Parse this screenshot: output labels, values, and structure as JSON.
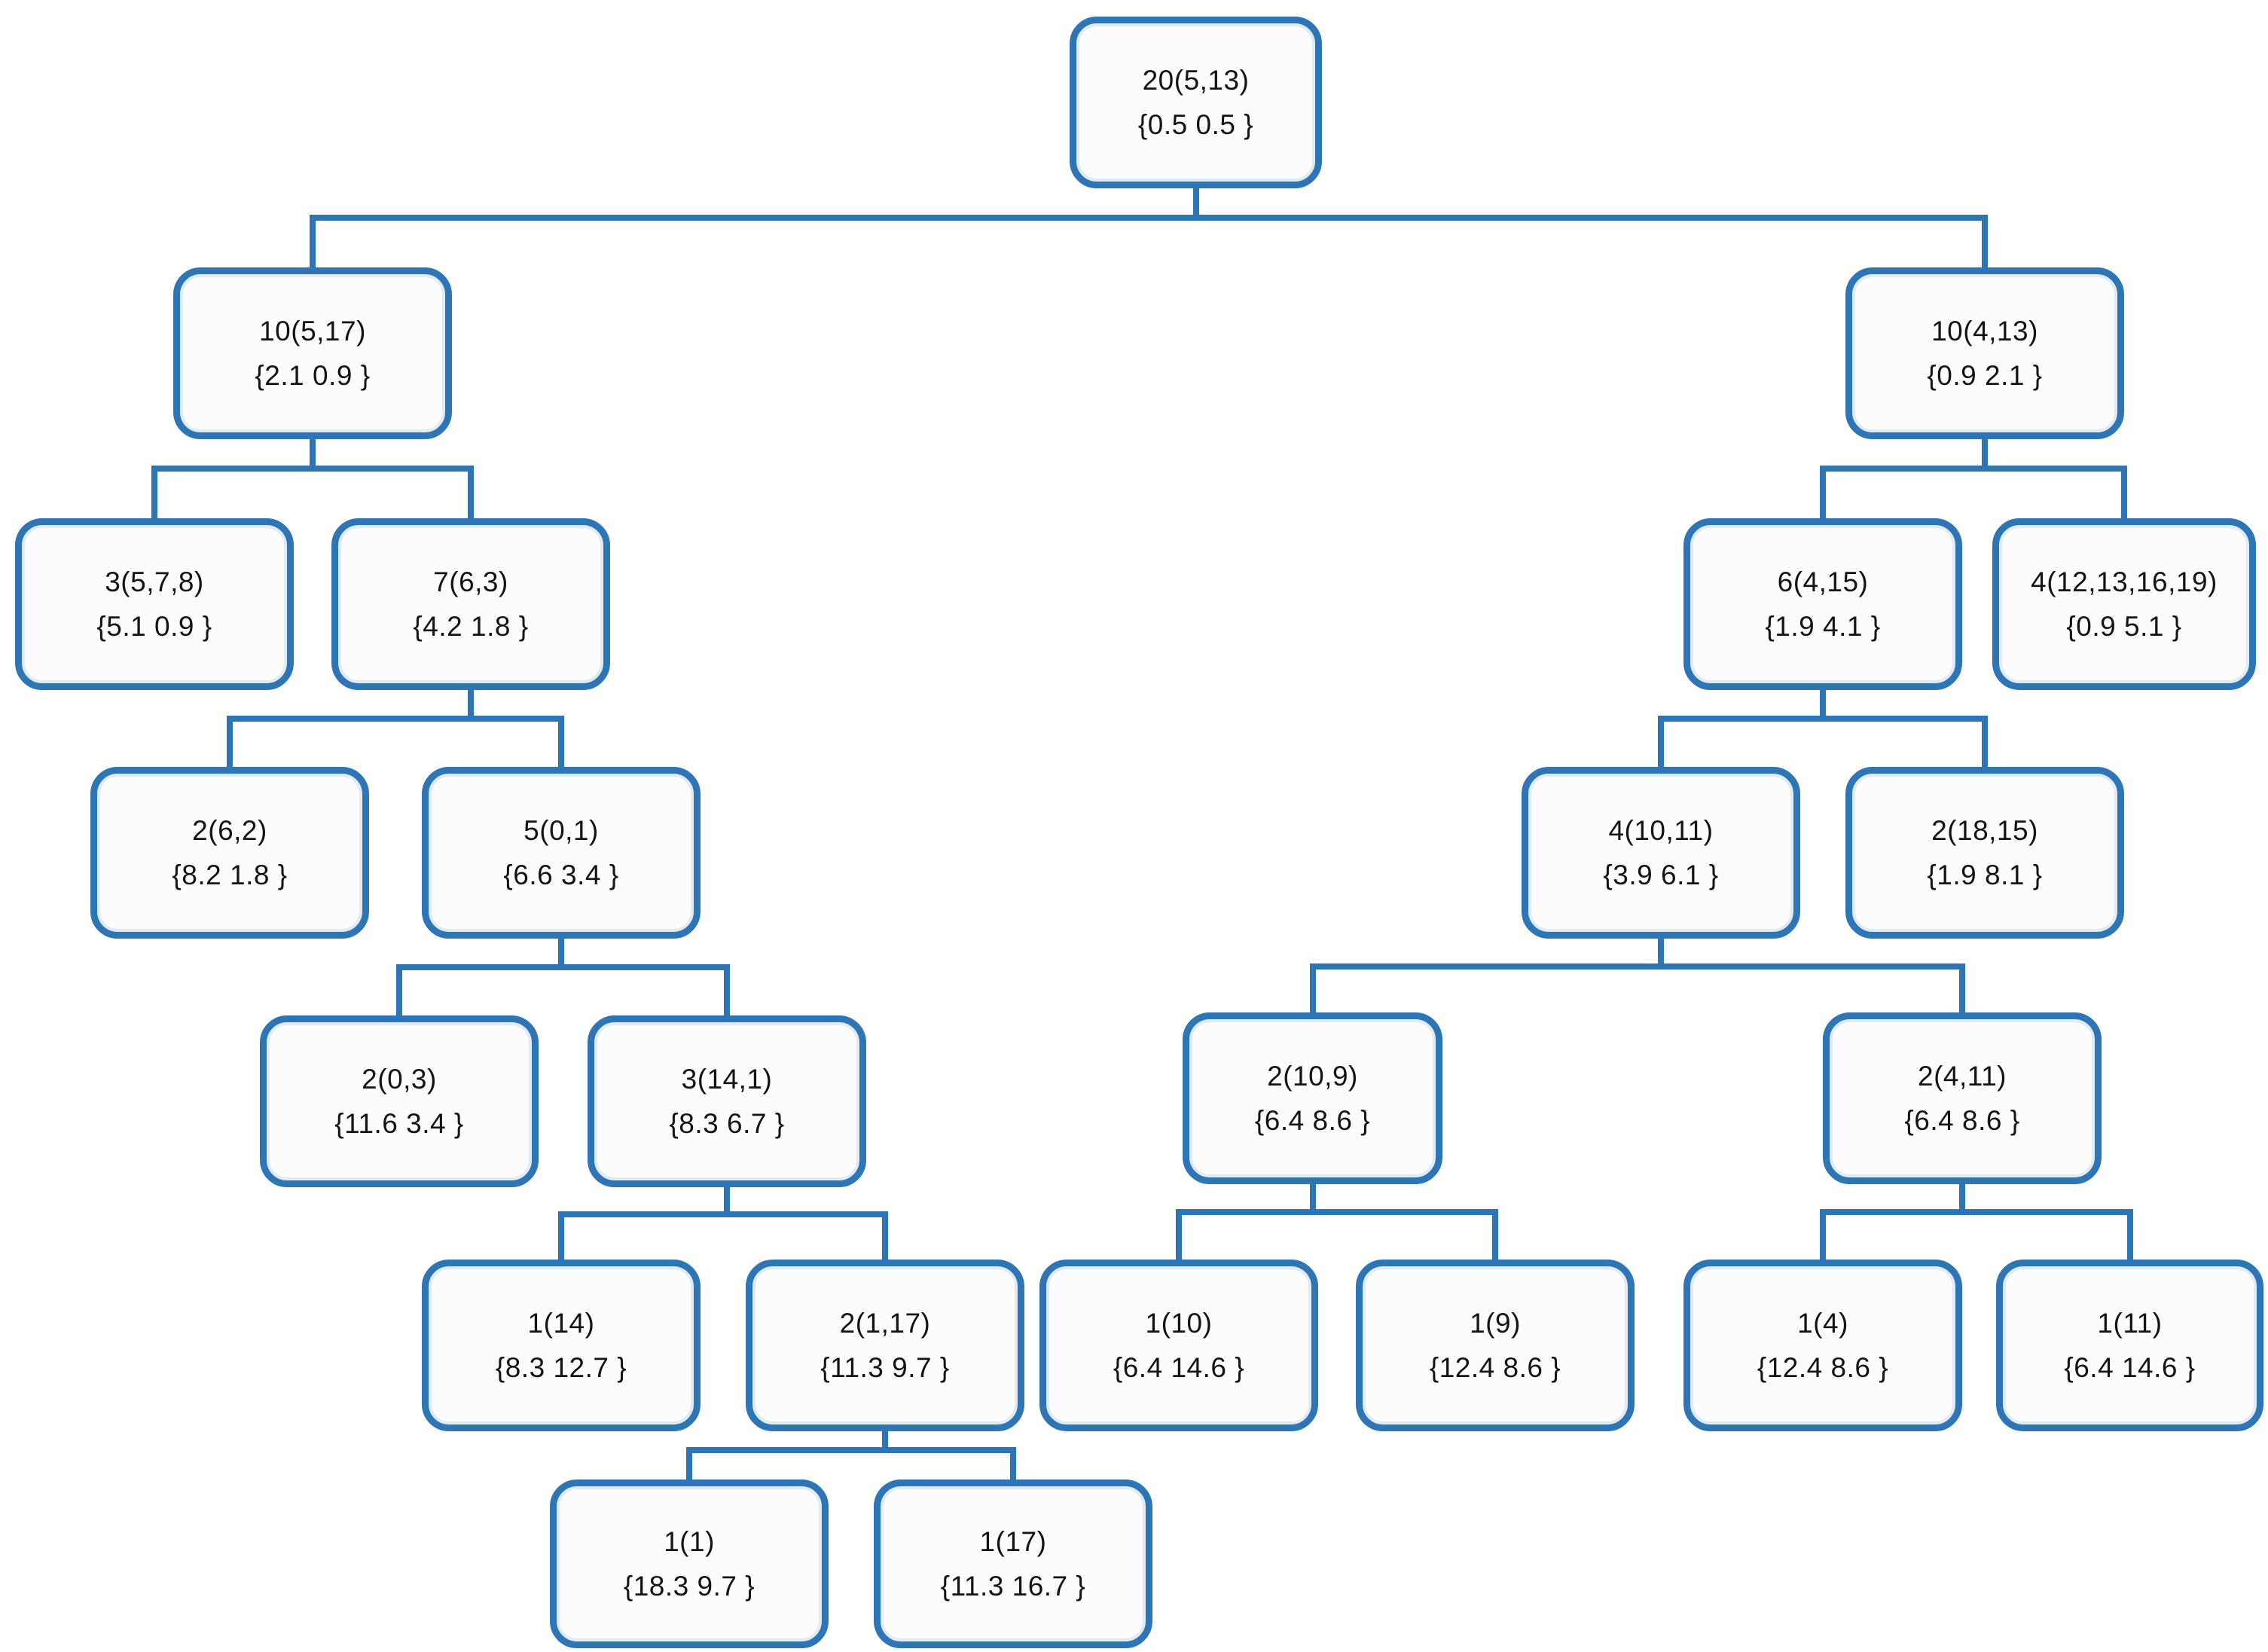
{
  "diagram": {
    "type": "binary-tree",
    "accent_color": "#2E75B6",
    "node_fill": "#FCFCFC",
    "background": "#FFFFFF",
    "nodes": {
      "n20_513": {
        "label": "20(5,13)",
        "weights": "{0.5 0.5 }"
      },
      "n10_517": {
        "label": "10(5,17)",
        "weights": "{2.1 0.9 }"
      },
      "n10_413": {
        "label": "10(4,13)",
        "weights": "{0.9 2.1 }"
      },
      "n3_578": {
        "label": "3(5,7,8)",
        "weights": "{5.1 0.9 }"
      },
      "n7_63": {
        "label": "7(6,3)",
        "weights": "{4.2 1.8 }"
      },
      "n6_415": {
        "label": "6(4,15)",
        "weights": "{1.9 4.1 }"
      },
      "n4_12131619": {
        "label": "4(12,13,16,19)",
        "weights": "{0.9 5.1 }"
      },
      "n2_62": {
        "label": "2(6,2)",
        "weights": "{8.2 1.8 }"
      },
      "n5_01": {
        "label": "5(0,1)",
        "weights": "{6.6 3.4 }"
      },
      "n4_1011": {
        "label": "4(10,11)",
        "weights": "{3.9 6.1 }"
      },
      "n2_1815": {
        "label": "2(18,15)",
        "weights": "{1.9 8.1 }"
      },
      "n2_03": {
        "label": "2(0,3)",
        "weights": "{11.6 3.4 }"
      },
      "n3_141": {
        "label": "3(14,1)",
        "weights": "{8.3 6.7 }"
      },
      "n2_109": {
        "label": "2(10,9)",
        "weights": "{6.4 8.6 }"
      },
      "n2_411": {
        "label": "2(4,11)",
        "weights": "{6.4 8.6 }"
      },
      "n1_14": {
        "label": "1(14)",
        "weights": "{8.3 12.7 }"
      },
      "n2_117": {
        "label": "2(1,17)",
        "weights": "{11.3 9.7 }"
      },
      "n1_10": {
        "label": "1(10)",
        "weights": "{6.4 14.6 }"
      },
      "n1_9": {
        "label": "1(9)",
        "weights": "{12.4 8.6 }"
      },
      "n1_4": {
        "label": "1(4)",
        "weights": "{12.4 8.6 }"
      },
      "n1_11": {
        "label": "1(11)",
        "weights": "{6.4 14.6 }"
      },
      "n1_1": {
        "label": "1(1)",
        "weights": "{18.3 9.7 }"
      },
      "n1_17": {
        "label": "1(17)",
        "weights": "{11.3 16.7 }"
      }
    },
    "edges": [
      {
        "parent": "n20_513",
        "children": [
          "n10_517",
          "n10_413"
        ]
      },
      {
        "parent": "n10_517",
        "children": [
          "n3_578",
          "n7_63"
        ]
      },
      {
        "parent": "n7_63",
        "children": [
          "n2_62",
          "n5_01"
        ]
      },
      {
        "parent": "n5_01",
        "children": [
          "n2_03",
          "n3_141"
        ]
      },
      {
        "parent": "n3_141",
        "children": [
          "n1_14",
          "n2_117"
        ]
      },
      {
        "parent": "n2_117",
        "children": [
          "n1_1",
          "n1_17"
        ]
      },
      {
        "parent": "n10_413",
        "children": [
          "n6_415",
          "n4_12131619"
        ]
      },
      {
        "parent": "n6_415",
        "children": [
          "n4_1011",
          "n2_1815"
        ]
      },
      {
        "parent": "n4_1011",
        "children": [
          "n2_109",
          "n2_411"
        ]
      },
      {
        "parent": "n2_109",
        "children": [
          "n1_10",
          "n1_9"
        ]
      },
      {
        "parent": "n2_411",
        "children": [
          "n1_4",
          "n1_11"
        ]
      }
    ]
  }
}
